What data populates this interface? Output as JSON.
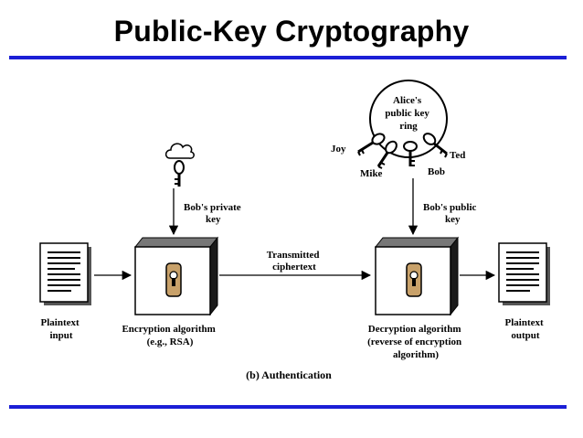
{
  "title": "Public-Key Cryptography",
  "colors": {
    "rule": "#1b1fd6",
    "box_face": "#ffffff",
    "box_side": "#1a1a1a",
    "lock": "#c8a16a"
  },
  "labels": {
    "key_ring": [
      "Alice's",
      "public key",
      "ring"
    ],
    "joy": "Joy",
    "ted": "Ted",
    "mike": "Mike",
    "bob": "Bob",
    "bobs_private_key": [
      "Bob's private",
      "key"
    ],
    "bobs_public_key": [
      "Bob's public",
      "key"
    ],
    "transmitted_ciphertext": [
      "Transmitted",
      "ciphertext"
    ],
    "plaintext_input": [
      "Plaintext",
      "input"
    ],
    "plaintext_output": [
      "Plaintext",
      "output"
    ],
    "encryption_algorithm": [
      "Encryption algorithm",
      "(e.g., RSA)"
    ],
    "decryption_algorithm": [
      "Decryption algorithm",
      "(reverse of encryption",
      "algorithm)"
    ],
    "caption": "(b) Authentication"
  },
  "icons": [
    "cloud-icon",
    "key-icon",
    "document-icon",
    "lock-icon",
    "key-ring-icon"
  ]
}
